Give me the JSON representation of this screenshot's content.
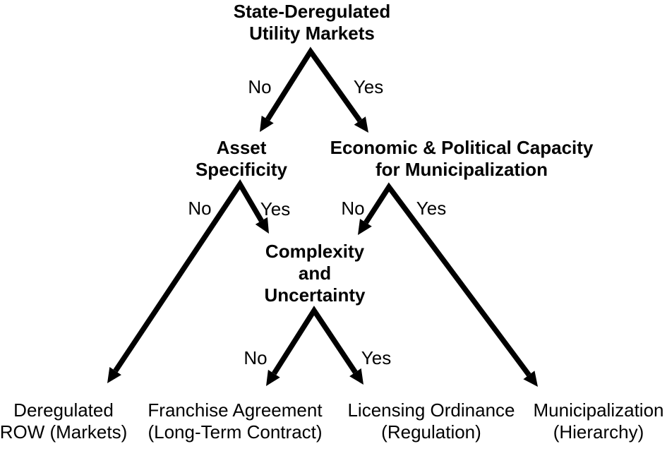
{
  "diagram": {
    "type": "decision-tree",
    "background_color": "#ffffff",
    "line_color": "#000000",
    "text_color": "#000000",
    "decision_nodes": [
      {
        "id": "state-deregulated-utility-markets",
        "label": "State-Deregulated\nUtility Markets"
      },
      {
        "id": "asset-specificity",
        "label": "Asset\nSpecificity"
      },
      {
        "id": "economic-political-capacity",
        "label": "Economic & Political Capacity\nfor Municipalization"
      },
      {
        "id": "complexity-and-uncertainty",
        "label": "Complexity\nand\nUncertainty"
      }
    ],
    "outcome_nodes": [
      {
        "id": "deregulated-row",
        "label": "Deregulated\nROW (Markets)"
      },
      {
        "id": "franchise-agreement",
        "label": "Franchise Agreement\n(Long-Term Contract)"
      },
      {
        "id": "licensing-ordinance",
        "label": "Licensing Ordinance\n(Regulation)"
      },
      {
        "id": "municipalization",
        "label": "Municipalization\n(Hierarchy)"
      }
    ],
    "edges": [
      {
        "from": "state-deregulated-utility-markets",
        "label": "No",
        "to": "asset-specificity"
      },
      {
        "from": "state-deregulated-utility-markets",
        "label": "Yes",
        "to": "economic-political-capacity"
      },
      {
        "from": "asset-specificity",
        "label": "No",
        "to": "deregulated-row"
      },
      {
        "from": "asset-specificity",
        "label": "Yes",
        "to": "complexity-and-uncertainty"
      },
      {
        "from": "economic-political-capacity",
        "label": "No",
        "to": "complexity-and-uncertainty"
      },
      {
        "from": "economic-political-capacity",
        "label": "Yes",
        "to": "municipalization"
      },
      {
        "from": "complexity-and-uncertainty",
        "label": "No",
        "to": "franchise-agreement"
      },
      {
        "from": "complexity-and-uncertainty",
        "label": "Yes",
        "to": "licensing-ordinance"
      }
    ]
  }
}
